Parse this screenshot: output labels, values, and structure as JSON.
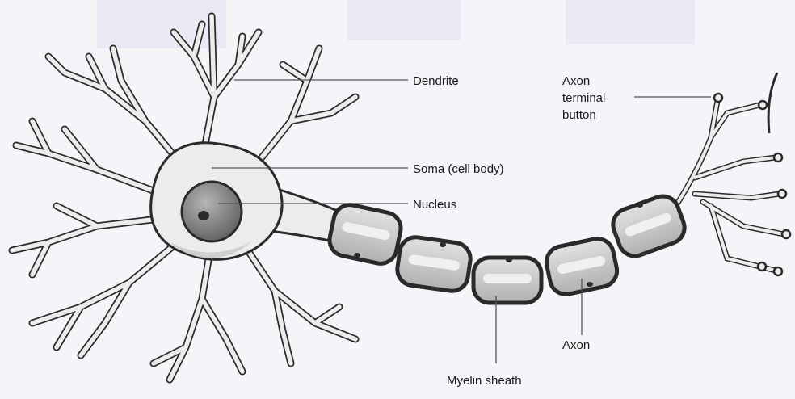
{
  "labels": {
    "dendrite": "Dendrite",
    "axon_terminal_line1": "Axon",
    "axon_terminal_line2": "terminal",
    "axon_terminal_line3": "button",
    "soma": "Soma (cell body)",
    "nucleus": "Nucleus",
    "axon": "Axon",
    "myelin_sheath": "Myelin sheath"
  },
  "colors": {
    "background": "#f4f5f8",
    "cell_fill": "#ececea",
    "cell_outline": "#2a2a2a",
    "nucleus_fill": "#7e7e7e",
    "nucleolus_fill": "#2a2a2a",
    "myelin_fill": "#c9c9c9",
    "myelin_outline": "#2a2a2a",
    "leader_line": "#555555"
  }
}
